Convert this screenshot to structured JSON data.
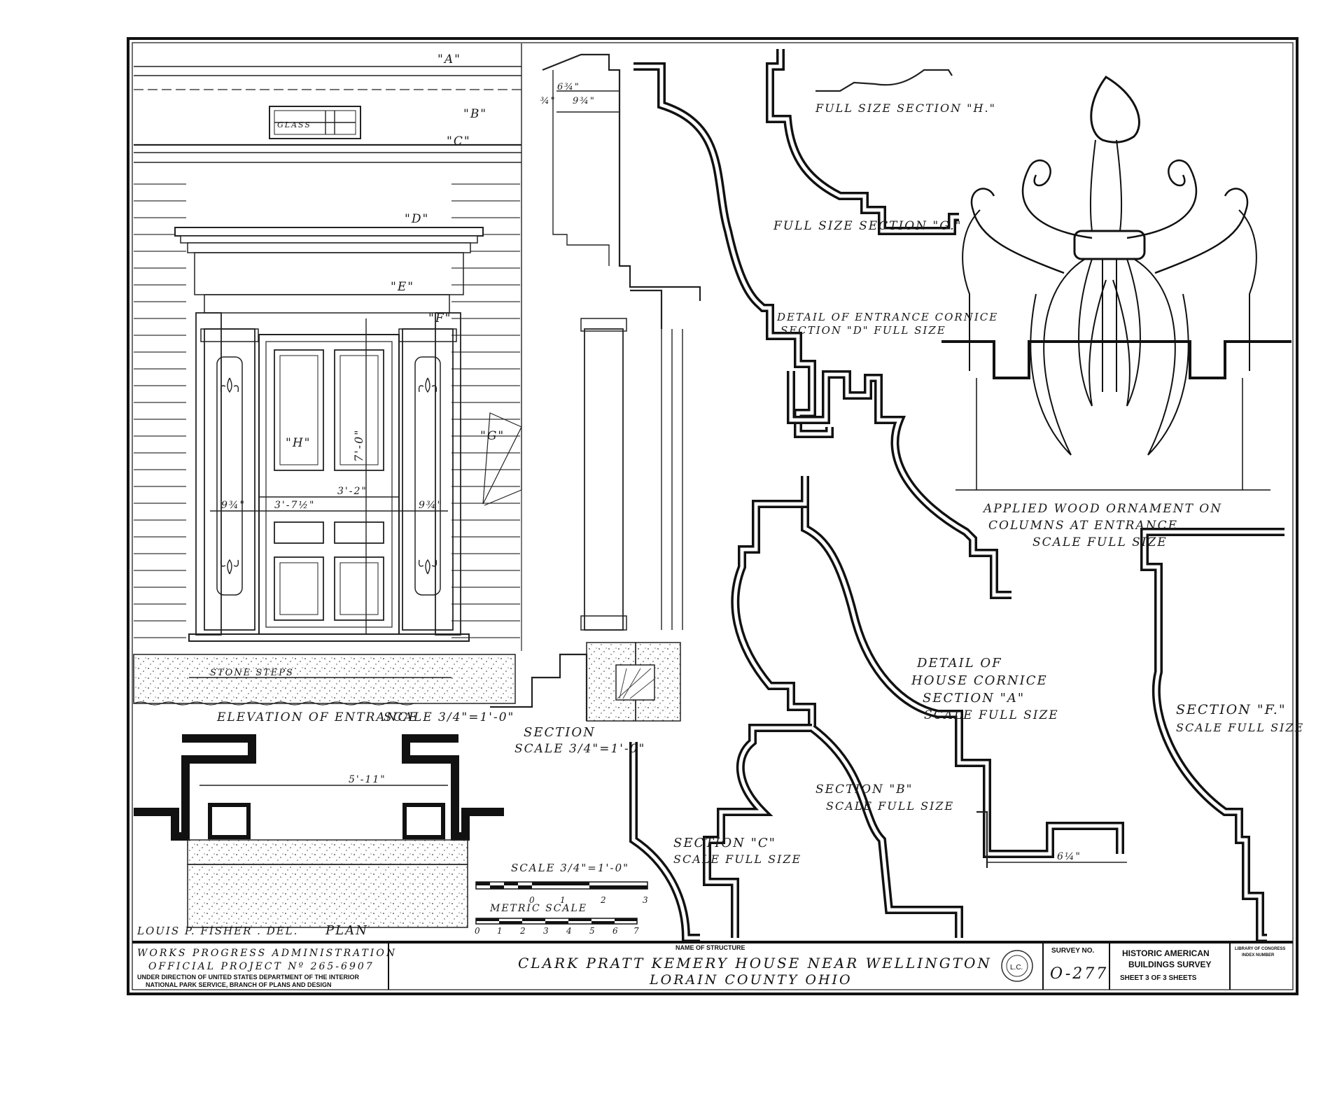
{
  "labels": {
    "A": "\"A\"",
    "B": "\"B\"",
    "C": "\"C\"",
    "D": "\"D\"",
    "E": "\"E\"",
    "F": "\"F\"",
    "G": "\"G\"",
    "H": "\"H\"",
    "glass": "GLASS",
    "stone_steps": "STONE STEPS",
    "elevation_title": "ELEVATION OF ENTRANCE",
    "elevation_scale": "SCALE 3/4\"=1'-0\"",
    "dim_7_0": "7'-0\"",
    "dim_3_2": "3'-2\"",
    "dim_3_7": "3'-7½\"",
    "dim_9_3_4_left": "9¾\"",
    "dim_9_3_4_right": "9¾\"",
    "dim_6_3_4": "6¾\"",
    "dim_9_3_4_top": "9¾\"",
    "dim_3_4": "¾\"",
    "dim_5_11": "5'-11\"",
    "dim_6_1_4": "6¼\"",
    "section_title": "SECTION",
    "section_scale": "SCALE 3/4\"=1'-0\"",
    "plan_title": "PLAN",
    "delineator": "LOUIS P. FISHER . DEL.",
    "scale_bar_title": "SCALE 3/4\"=1'-0\"",
    "scale_bar_ticks": [
      "0",
      "1",
      "2",
      "3"
    ],
    "metric_title": "METRIC SCALE",
    "metric_ticks": [
      "0",
      "1",
      "2",
      "3",
      "4",
      "5",
      "6",
      "7"
    ],
    "section_h": "FULL SIZE SECTION \"H.\"",
    "section_g": "FULL SIZE SECTION \"G.\"",
    "entrance_cornice_1": "DETAIL OF ENTRANCE CORNICE",
    "entrance_cornice_2": "SECTION \"D\" FULL SIZE",
    "ornament_1": "APPLIED WOOD ORNAMENT ON",
    "ornament_2": "COLUMNS AT ENTRANCE",
    "ornament_3": "SCALE FULL SIZE",
    "house_cornice_1": "DETAIL OF",
    "house_cornice_2": "HOUSE CORNICE",
    "house_cornice_3": "SECTION \"A\"",
    "house_cornice_4": "SCALE FULL SIZE",
    "section_f_1": "SECTION \"F.\"",
    "section_f_2": "SCALE FULL SIZE",
    "section_b_1": "SECTION \"B\"",
    "section_b_2": "SCALE FULL SIZE",
    "section_c_1": "SECTION \"C\"",
    "section_c_2": "SCALE FULL SIZE"
  },
  "title_block": {
    "wpa_1": "WORKS PROGRESS ADMINISTRATION",
    "wpa_2": "OFFICIAL PROJECT Nº 265-6907",
    "nps_1": "UNDER DIRECTION OF UNITED STATES DEPARTMENT OF THE INTERIOR",
    "nps_2": "NATIONAL PARK SERVICE, BRANCH OF PLANS AND DESIGN",
    "name_caption": "NAME OF STRUCTURE",
    "structure_1": "CLARK PRATT KEMERY HOUSE NEAR WELLINGTON",
    "structure_2": "LORAIN COUNTY OHIO",
    "survey_caption": "SURVEY NO.",
    "survey_no": "O-277",
    "habs_1": "HISTORIC AMERICAN",
    "habs_2": "BUILDINGS SURVEY",
    "sheet_text": "SHEET 3 OF 3 SHEETS",
    "loc_1": "LIBRARY OF CONGRESS",
    "loc_2": "INDEX NUMBER",
    "seal": "L.C."
  }
}
